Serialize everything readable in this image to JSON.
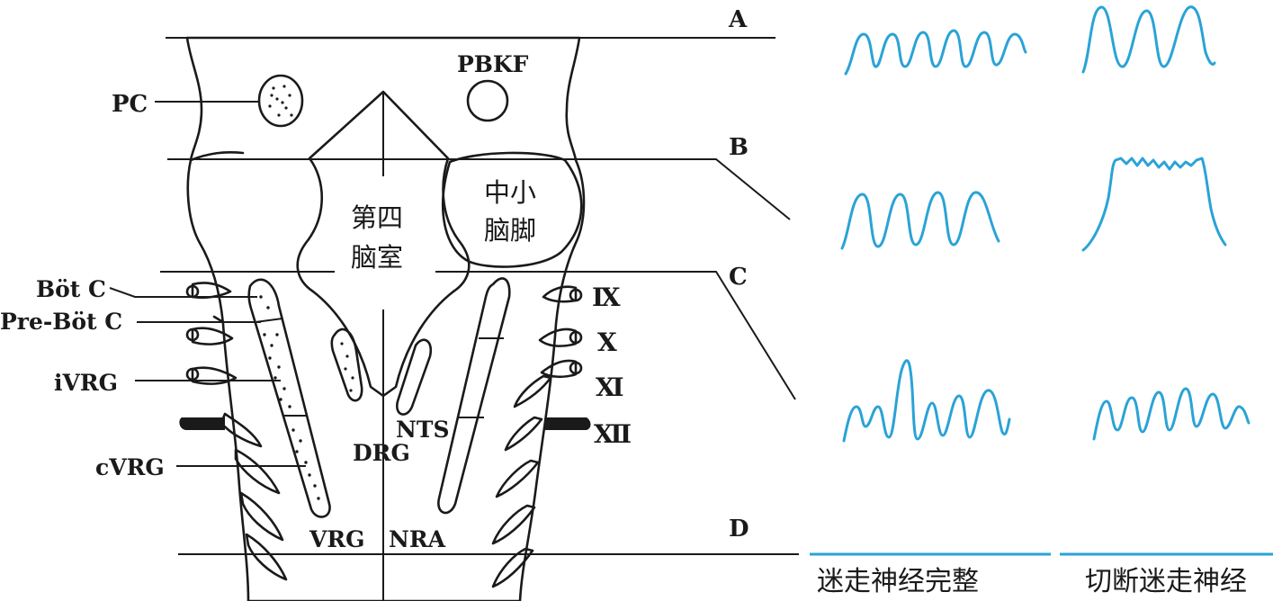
{
  "colors": {
    "tissue_fill": "#dcecf8",
    "outline": "#1a1a1a",
    "trace": "#2aa3d6"
  },
  "levels": {
    "A": "A",
    "B": "B",
    "C": "C",
    "D": "D"
  },
  "nuclei": {
    "pc": "PC",
    "pbkf": "PBKF",
    "botc": "Böt C",
    "prebotc": "Pre-Böt C",
    "ivrg": "iVRG",
    "cvrg": "cVRG",
    "nts": "NTS",
    "drg": "DRG",
    "vrg": "VRG",
    "nra": "NRA"
  },
  "structures": {
    "fourth_ventricle_line1": "第四",
    "fourth_ventricle_line2": "脑室",
    "peduncle_line1": "中小",
    "peduncle_line2": "脑脚"
  },
  "cranial_nerves": {
    "ix": "Ⅸ",
    "x": "Ⅹ",
    "xi": "Ⅺ",
    "xii": "Ⅻ"
  },
  "columns": {
    "intact": "迷走神经完整",
    "cut": "切断迷走神经"
  },
  "traces": {
    "A_intact": "eupneic",
    "A_cut": "deeper-slower",
    "B_intact": "eupneic",
    "B_cut": "apneusis",
    "C_intact": "gasping-irregular",
    "C_cut": "irregular"
  }
}
